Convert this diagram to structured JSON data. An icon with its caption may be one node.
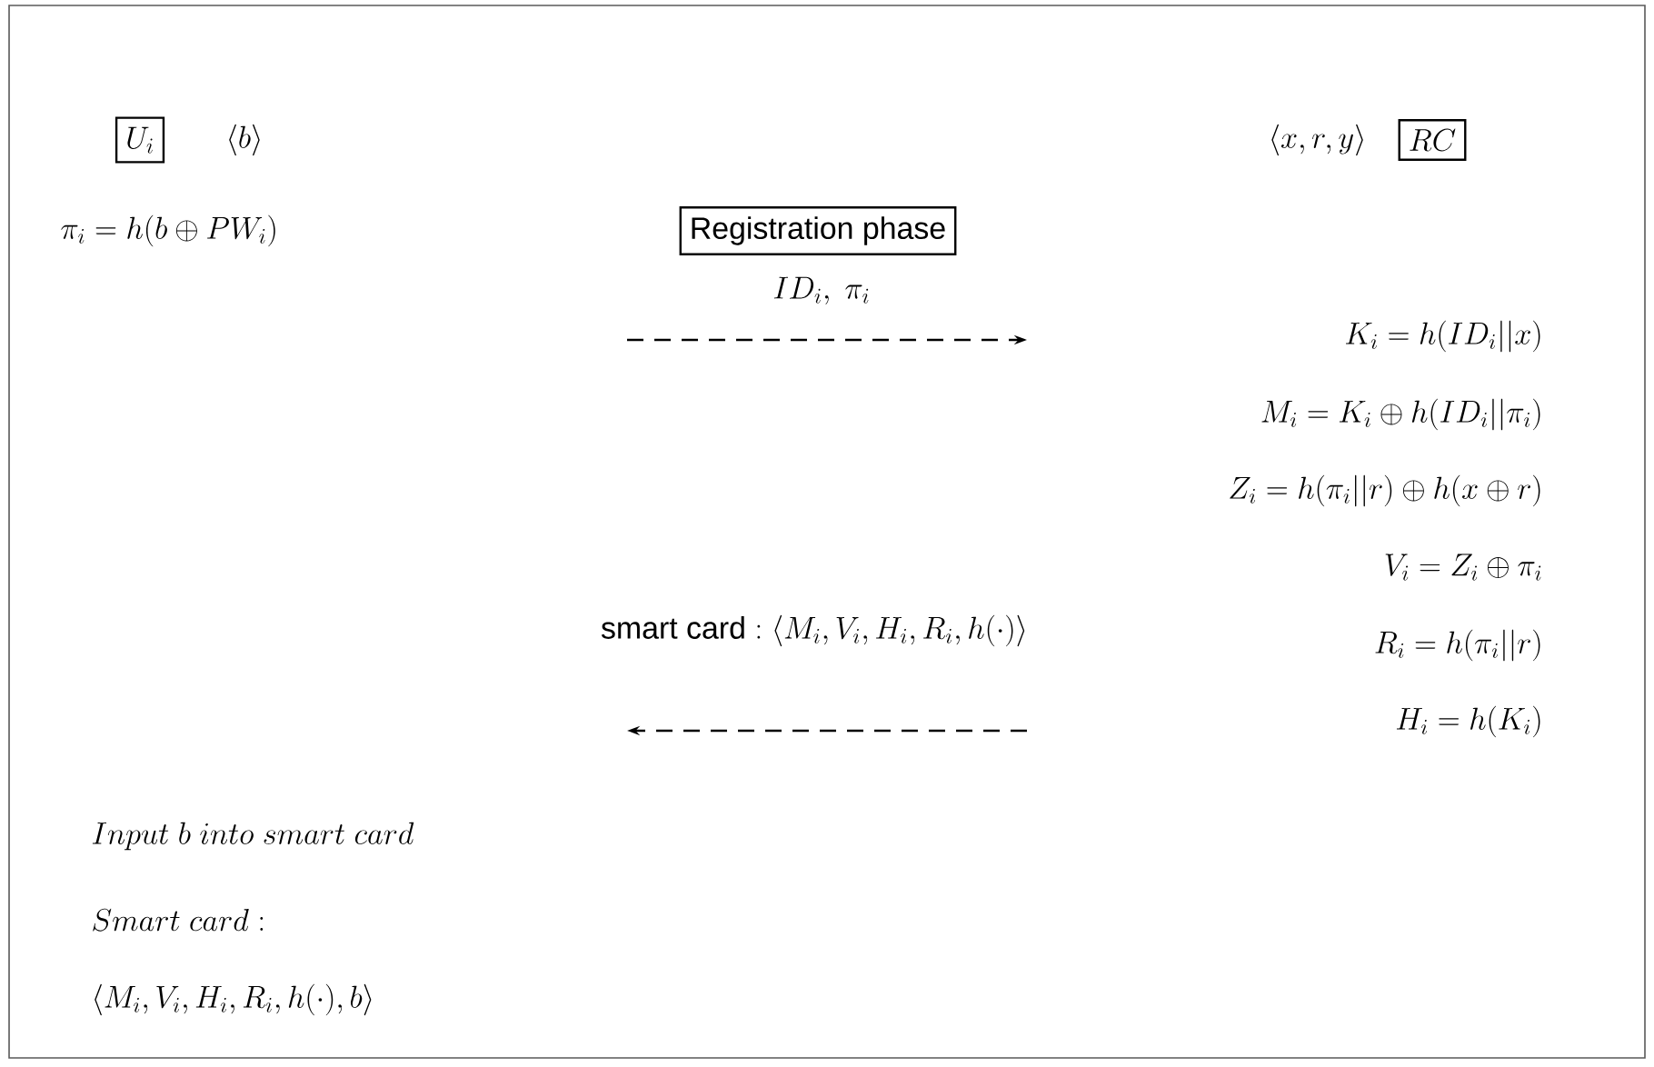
{
  "diagram": {
    "nodes": [
      {
        "text": [
          "U_i"
        ]
      },
      {
        "text": [
          "RC"
        ]
      },
      {
        "text": [
          "Registration phase"
        ]
      }
    ],
    "labels": [
      "\\langle b\\rangle",
      "\\langle x,r,y\\rangle",
      "\\pi_i = h(b \\oplus PW_i)",
      "ID_i,\\ \\pi_i",
      "K_i = h(ID_i||x)",
      "M_i = K_i \\oplus h(ID_i||\\pi_i)",
      "Z_i = h(\\pi_i||r) \\oplus h(x \\oplus r)",
      "V_i = Z_i \\oplus \\pi_i",
      "R_i = h(\\pi_i||r)",
      "\\mathrm{smart\\ card}:\\langle M_i,V_i,H_i,R_i,h(\\cdot)\\rangle",
      "H_i = h(K_i)",
      "Input\\ b\\ into\\ smart\\ card",
      "Smart\\ card:",
      "\\langle M_i,V_i,H_i,R_i,h(\\cdot),b\\rangle"
    ]
  }
}
